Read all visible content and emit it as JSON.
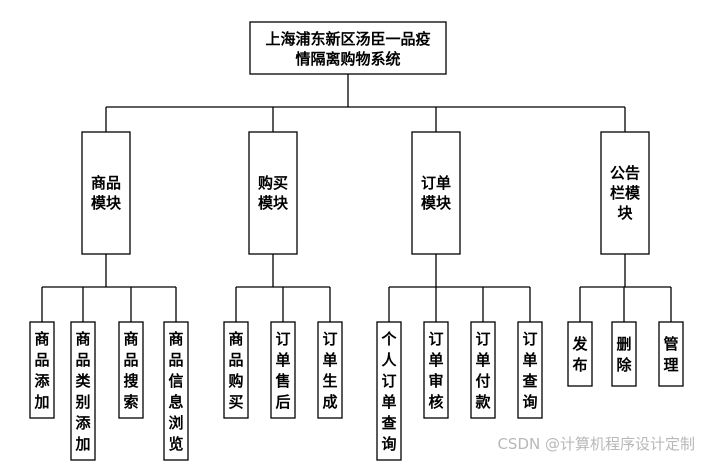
{
  "diagram": {
    "root": {
      "lines": [
        "上海浦东新区汤臣一品疫",
        "情隔离购物系统"
      ]
    },
    "modules": [
      {
        "lines": [
          "商品",
          "模块"
        ],
        "children": [
          "商品添加",
          "商品类别添加",
          "商品搜索",
          "商品信息浏览"
        ]
      },
      {
        "lines": [
          "购买",
          "模块"
        ],
        "children": [
          "商品购买",
          "订单售后",
          "订单生成"
        ]
      },
      {
        "lines": [
          "订单",
          "模块"
        ],
        "children": [
          "个人订单查询",
          "订单审核",
          "订单付款",
          "订单查询"
        ]
      },
      {
        "lines": [
          "公告",
          "栏模",
          "块"
        ],
        "children": [
          "发布",
          "删除",
          "管理"
        ]
      }
    ]
  },
  "watermark": "CSDN @计算机程序设计定制"
}
